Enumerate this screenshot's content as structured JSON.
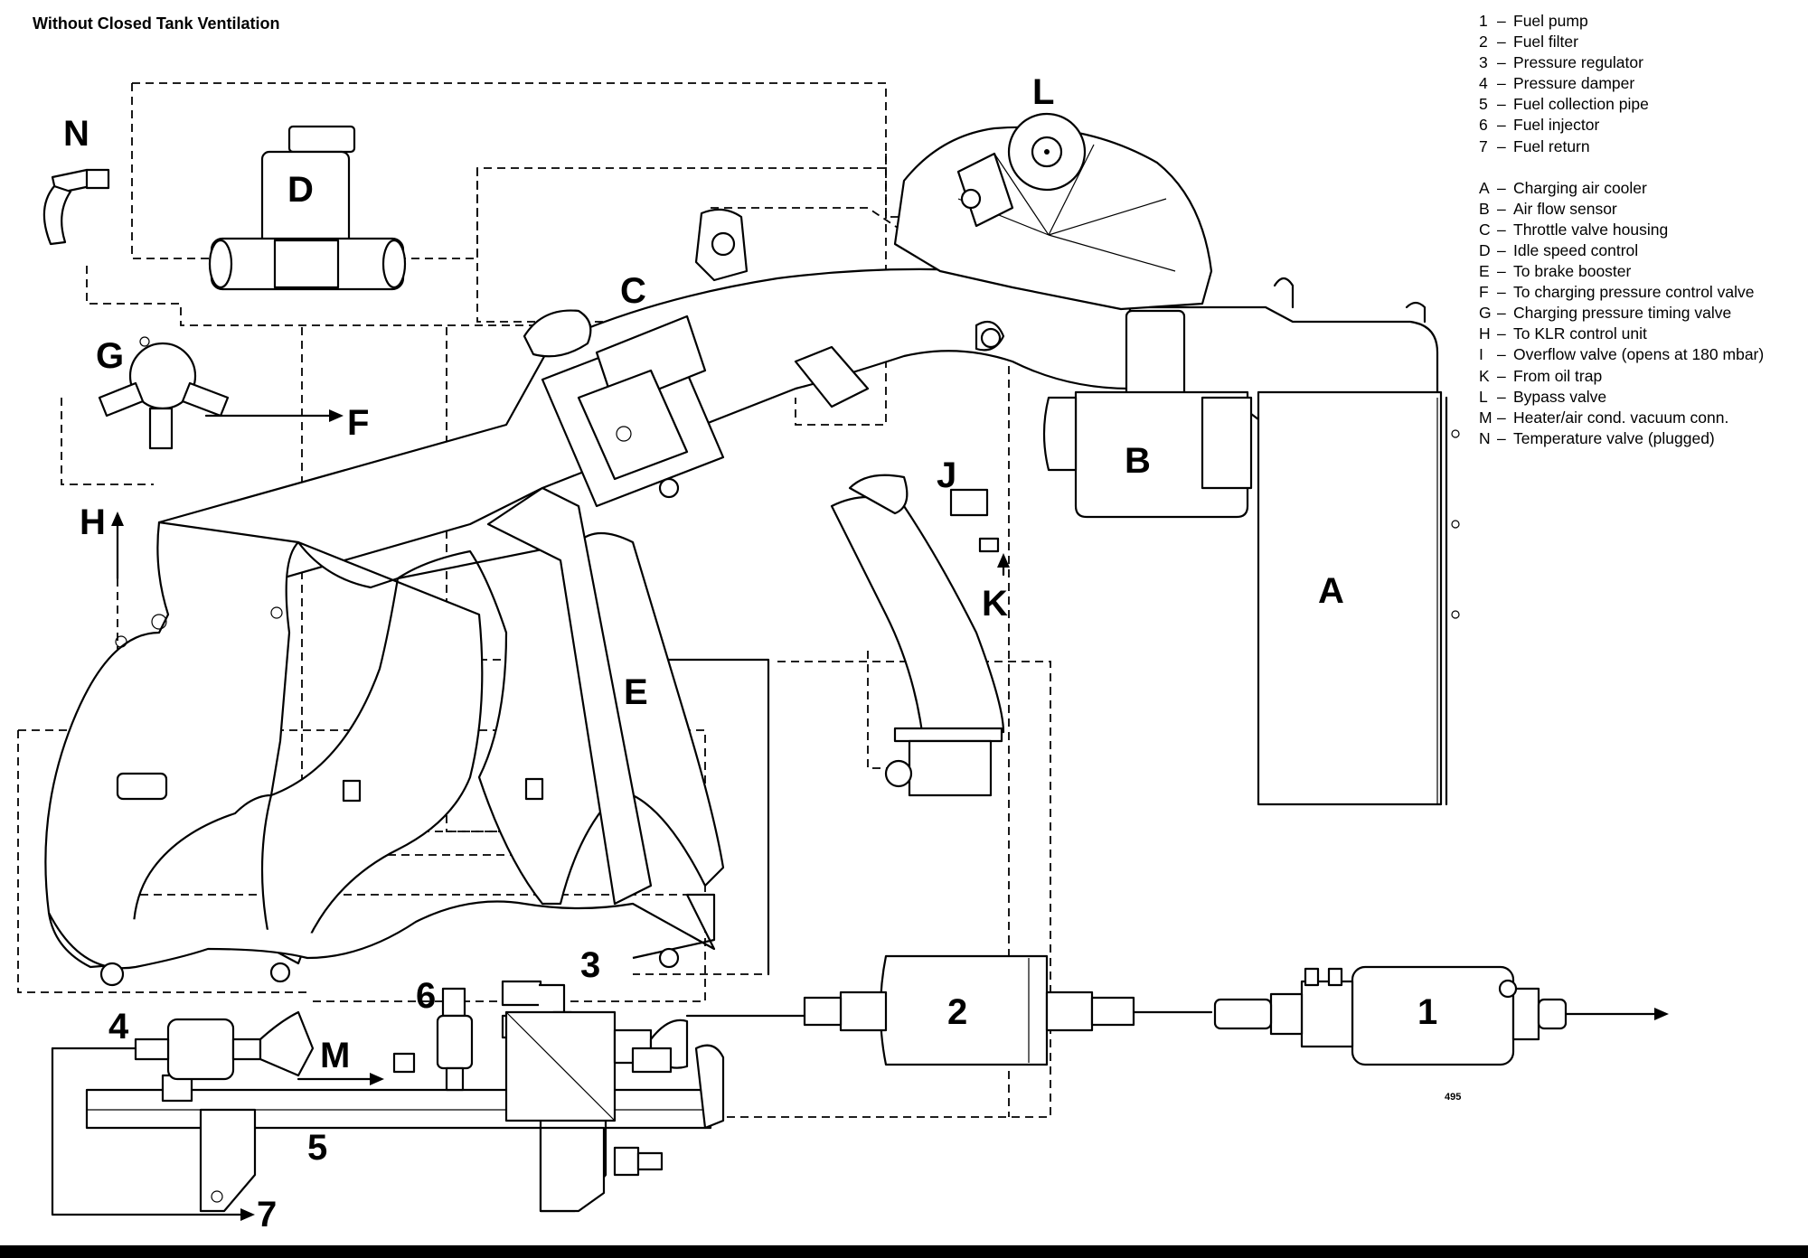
{
  "title": "Without Closed Tank Ventilation",
  "legend_numbers": [
    {
      "key": "1",
      "text": "Fuel pump"
    },
    {
      "key": "2",
      "text": "Fuel filter"
    },
    {
      "key": "3",
      "text": "Pressure regulator"
    },
    {
      "key": "4",
      "text": "Pressure damper"
    },
    {
      "key": "5",
      "text": "Fuel collection pipe"
    },
    {
      "key": "6",
      "text": "Fuel injector"
    },
    {
      "key": "7",
      "text": "Fuel return"
    }
  ],
  "legend_letters": [
    {
      "key": "A",
      "text": "Charging air cooler"
    },
    {
      "key": "B",
      "text": "Air flow sensor"
    },
    {
      "key": "C",
      "text": "Throttle valve housing"
    },
    {
      "key": "D",
      "text": "Idle speed control"
    },
    {
      "key": "E",
      "text": "To brake booster"
    },
    {
      "key": "F",
      "text": "To charging pressure control valve"
    },
    {
      "key": "G",
      "text": "Charging pressure timing valve"
    },
    {
      "key": "H",
      "text": "To KLR control unit"
    },
    {
      "key": "I",
      "text": "Overflow valve (opens at 180 mbar)"
    },
    {
      "key": "K",
      "text": "From oil trap"
    },
    {
      "key": "L",
      "text": "Bypass valve"
    },
    {
      "key": "M",
      "text": "Heater/air cond. vacuum conn."
    },
    {
      "key": "N",
      "text": "Temperature valve (plugged)"
    }
  ],
  "callouts": {
    "A": "A",
    "B": "B",
    "C": "C",
    "D": "D",
    "E": "E",
    "F": "F",
    "G": "G",
    "H": "H",
    "J": "J",
    "K": "K",
    "L": "L",
    "M": "M",
    "N": "N",
    "n1": "1",
    "n2": "2",
    "n3": "3",
    "n4": "4",
    "n5": "5",
    "n6": "6",
    "n7": "7"
  },
  "drawing_number": "495",
  "dash": "–"
}
